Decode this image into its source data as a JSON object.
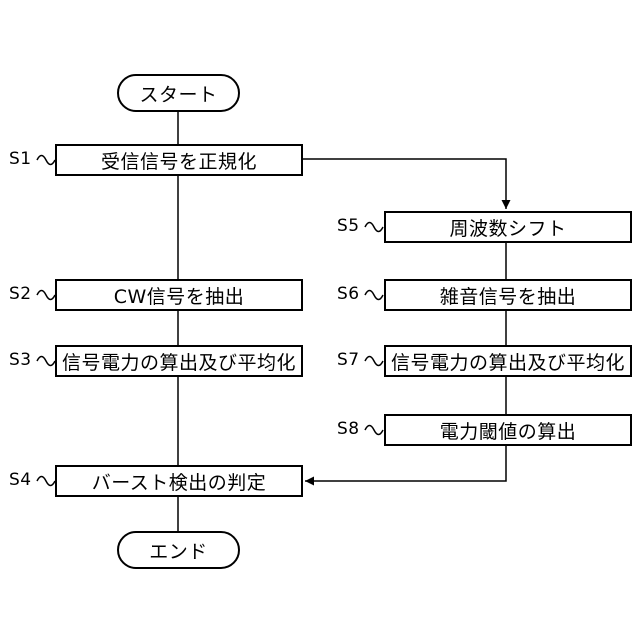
{
  "start_label": "スタート",
  "end_label": "エンド",
  "steps": {
    "s1": {
      "label": "S1",
      "text": "受信信号を正規化"
    },
    "s2": {
      "label": "S2",
      "text": "CW信号を抽出"
    },
    "s3": {
      "label": "S3",
      "text": "信号電力の算出及び平均化"
    },
    "s4": {
      "label": "S4",
      "text": "バースト検出の判定"
    },
    "s5": {
      "label": "S5",
      "text": "周波数シフト"
    },
    "s6": {
      "label": "S6",
      "text": "雑音信号を抽出"
    },
    "s7": {
      "label": "S7",
      "text": "信号電力の算出及び平均化"
    },
    "s8": {
      "label": "S8",
      "text": "電力閾値の算出"
    }
  }
}
